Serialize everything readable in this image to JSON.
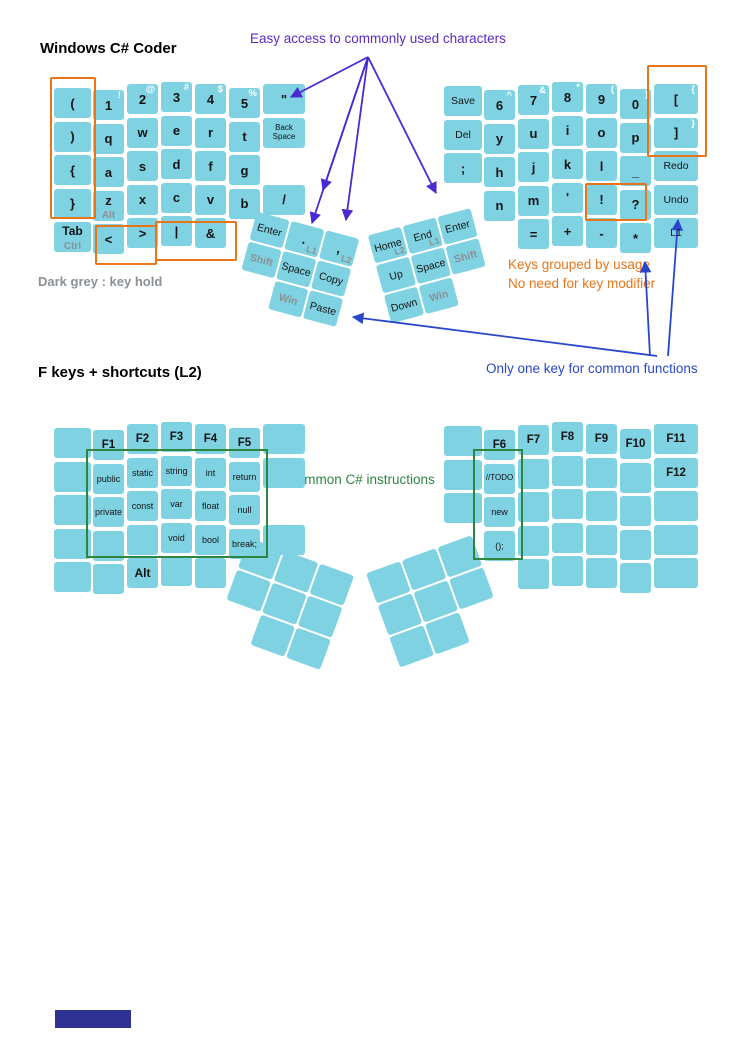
{
  "titles": {
    "layer1": "Windows C# Coder",
    "layer2": "F keys + shortcuts (L2)"
  },
  "annotations": {
    "easy_access": "Easy access to commonly used characters",
    "dark_grey_legend": "Dark grey : key hold",
    "grouped_by_usage": "Keys grouped by usage",
    "no_modifier": "No need for key modifier",
    "one_key": "Only one key for common functions",
    "csharp_instructions": "Common C# instructions"
  },
  "colors": {
    "key_fill": "#7fd2e2",
    "hold_grey": "#8a9094",
    "orange_accent": "#e8751a",
    "purple_accent": "#5a2bc4",
    "blue_accent": "#2847cc",
    "green_accent": "#2e8540",
    "footer_bar_blue": "#2e3192"
  },
  "boards": {
    "main_left": [
      {
        "c": 0,
        "r": 0,
        "l": "(",
        "t": "sym"
      },
      {
        "c": 0,
        "r": 1,
        "l": ")",
        "t": "sym"
      },
      {
        "c": 0,
        "r": 2,
        "l": "{",
        "t": "sym"
      },
      {
        "c": 0,
        "r": 3,
        "l": "}",
        "t": "sym"
      },
      {
        "c": 0,
        "r": 4,
        "l": "Tab",
        "t": "mod",
        "h": "Ctrl"
      },
      {
        "c": 1,
        "r": 0,
        "l": "1",
        "t": "sym",
        "s": "!"
      },
      {
        "c": 1,
        "r": 1,
        "l": "q",
        "t": "sym"
      },
      {
        "c": 1,
        "r": 2,
        "l": "a",
        "t": "sym"
      },
      {
        "c": 1,
        "r": 3,
        "l": "z",
        "t": "sym",
        "h": "Alt"
      },
      {
        "c": 1,
        "r": 4,
        "l": "<",
        "t": "sym"
      },
      {
        "c": 2,
        "r": 0,
        "l": "2",
        "t": "sym",
        "s": "@"
      },
      {
        "c": 2,
        "r": 1,
        "l": "w",
        "t": "sym"
      },
      {
        "c": 2,
        "r": 2,
        "l": "s",
        "t": "sym"
      },
      {
        "c": 2,
        "r": 3,
        "l": "x",
        "t": "sym"
      },
      {
        "c": 2,
        "r": 4,
        "l": ">",
        "t": "sym"
      },
      {
        "c": 3,
        "r": 0,
        "l": "3",
        "t": "sym",
        "s": "#"
      },
      {
        "c": 3,
        "r": 1,
        "l": "e",
        "t": "sym"
      },
      {
        "c": 3,
        "r": 2,
        "l": "d",
        "t": "sym"
      },
      {
        "c": 3,
        "r": 3,
        "l": "c",
        "t": "sym"
      },
      {
        "c": 3,
        "r": 4,
        "l": "|",
        "t": "sym"
      },
      {
        "c": 4,
        "r": 0,
        "l": "4",
        "t": "sym",
        "s": "$"
      },
      {
        "c": 4,
        "r": 1,
        "l": "r",
        "t": "sym"
      },
      {
        "c": 4,
        "r": 2,
        "l": "f",
        "t": "sym"
      },
      {
        "c": 4,
        "r": 3,
        "l": "v",
        "t": "sym"
      },
      {
        "c": 4,
        "r": 4,
        "l": "&",
        "t": "sym"
      },
      {
        "c": 5,
        "r": 0,
        "l": "5",
        "t": "sym",
        "s": "%"
      },
      {
        "c": 5,
        "r": 1,
        "l": "t",
        "t": "sym"
      },
      {
        "c": 5,
        "r": 2,
        "l": "g",
        "t": "sym"
      },
      {
        "c": 5,
        "r": 3,
        "l": "b",
        "t": "sym"
      },
      {
        "c": 6,
        "r": 0,
        "l": "\"",
        "t": "sym"
      },
      {
        "c": 6,
        "r": 1,
        "l": "Back Space",
        "t": "sm"
      },
      {
        "c": 6,
        "r": 3,
        "l": "/",
        "t": "sym"
      }
    ],
    "main_right": [
      {
        "c": 0,
        "r": 0,
        "l": "Save",
        "t": "txt"
      },
      {
        "c": 0,
        "r": 1,
        "l": "Del",
        "t": "txt"
      },
      {
        "c": 0,
        "r": 2,
        "l": ";",
        "t": "sym"
      },
      {
        "c": 1,
        "r": 0,
        "l": "6",
        "t": "sym",
        "s": "^"
      },
      {
        "c": 1,
        "r": 1,
        "l": "y",
        "t": "sym"
      },
      {
        "c": 1,
        "r": 2,
        "l": "h",
        "t": "sym"
      },
      {
        "c": 1,
        "r": 3,
        "l": "n",
        "t": "sym"
      },
      {
        "c": 2,
        "r": 0,
        "l": "7",
        "t": "sym",
        "s": "&"
      },
      {
        "c": 2,
        "r": 1,
        "l": "u",
        "t": "sym"
      },
      {
        "c": 2,
        "r": 2,
        "l": "j",
        "t": "sym"
      },
      {
        "c": 2,
        "r": 3,
        "l": "m",
        "t": "sym"
      },
      {
        "c": 2,
        "r": 4,
        "l": "=",
        "t": "sym"
      },
      {
        "c": 3,
        "r": 0,
        "l": "8",
        "t": "sym",
        "s": "*"
      },
      {
        "c": 3,
        "r": 1,
        "l": "i",
        "t": "sym"
      },
      {
        "c": 3,
        "r": 2,
        "l": "k",
        "t": "sym"
      },
      {
        "c": 3,
        "r": 3,
        "l": "'",
        "t": "sym"
      },
      {
        "c": 3,
        "r": 4,
        "l": "+",
        "t": "sym"
      },
      {
        "c": 4,
        "r": 0,
        "l": "9",
        "t": "sym",
        "s": "("
      },
      {
        "c": 4,
        "r": 1,
        "l": "o",
        "t": "sym"
      },
      {
        "c": 4,
        "r": 2,
        "l": "l",
        "t": "sym"
      },
      {
        "c": 4,
        "r": 3,
        "l": "!",
        "t": "sym"
      },
      {
        "c": 4,
        "r": 4,
        "l": "-",
        "t": "sym"
      },
      {
        "c": 5,
        "r": 0,
        "l": "0",
        "t": "sym",
        "s": ")"
      },
      {
        "c": 5,
        "r": 1,
        "l": "p",
        "t": "sym"
      },
      {
        "c": 5,
        "r": 2,
        "l": "_",
        "t": "sym"
      },
      {
        "c": 5,
        "r": 3,
        "l": "?",
        "t": "sym"
      },
      {
        "c": 5,
        "r": 4,
        "l": "*",
        "t": "sym"
      },
      {
        "c": 6,
        "r": 0,
        "l": "[",
        "t": "sym",
        "s": "{"
      },
      {
        "c": 6,
        "r": 1,
        "l": "]",
        "t": "sym",
        "s": "}"
      },
      {
        "c": 6,
        "r": 2,
        "l": "Redo",
        "t": "txt"
      },
      {
        "c": 6,
        "r": 3,
        "l": "Undo",
        "t": "txt"
      },
      {
        "c": 6,
        "r": 4,
        "l": "L1",
        "t": "txt"
      }
    ],
    "thumb_main_left": [
      {
        "c": 0,
        "r": 0,
        "l": "Enter",
        "t": "txt"
      },
      {
        "c": 1,
        "r": 0,
        "l": ".",
        "t": "sym",
        "s2": "L1"
      },
      {
        "c": 2,
        "r": 0,
        "l": ",",
        "t": "sym",
        "s2": "L2"
      },
      {
        "c": 0,
        "r": 1,
        "l": "Shift",
        "t": "txt",
        "g": true
      },
      {
        "c": 1,
        "r": 1,
        "l": "Space",
        "t": "txt"
      },
      {
        "c": 2,
        "r": 1,
        "l": "Copy",
        "t": "txt"
      },
      {
        "c": 1,
        "r": 2,
        "l": "Win",
        "t": "txt",
        "g": true
      },
      {
        "c": 2,
        "r": 2,
        "l": "Paste",
        "t": "txt"
      }
    ],
    "thumb_main_right": [
      {
        "c": 0,
        "r": 0,
        "l": "Home",
        "t": "txt",
        "s2": "L2"
      },
      {
        "c": 1,
        "r": 0,
        "l": "End",
        "t": "txt",
        "s2": "L1"
      },
      {
        "c": 2,
        "r": 0,
        "l": "Enter",
        "t": "txt"
      },
      {
        "c": 0,
        "r": 1,
        "l": "Up",
        "t": "txt"
      },
      {
        "c": 1,
        "r": 1,
        "l": "Space",
        "t": "txt"
      },
      {
        "c": 2,
        "r": 1,
        "l": "Shift",
        "t": "txt",
        "g": true
      },
      {
        "c": 0,
        "r": 2,
        "l": "Down",
        "t": "txt"
      },
      {
        "c": 1,
        "r": 2,
        "l": "Win",
        "t": "txt",
        "g": true
      }
    ],
    "fn_left": [
      {
        "c": 0,
        "r": 0
      },
      {
        "c": 0,
        "r": 1
      },
      {
        "c": 0,
        "r": 2
      },
      {
        "c": 0,
        "r": 3
      },
      {
        "c": 0,
        "r": 4
      },
      {
        "c": 1,
        "r": 0,
        "l": "F1",
        "t": "fn"
      },
      {
        "c": 1,
        "r": 1,
        "l": "public",
        "t": "word"
      },
      {
        "c": 1,
        "r": 2,
        "l": "private",
        "t": "word"
      },
      {
        "c": 1,
        "r": 3
      },
      {
        "c": 1,
        "r": 4
      },
      {
        "c": 2,
        "r": 0,
        "l": "F2",
        "t": "fn"
      },
      {
        "c": 2,
        "r": 1,
        "l": "static",
        "t": "word"
      },
      {
        "c": 2,
        "r": 2,
        "l": "const",
        "t": "word"
      },
      {
        "c": 2,
        "r": 3
      },
      {
        "c": 2,
        "r": 4,
        "l": "Alt",
        "t": "mod"
      },
      {
        "c": 3,
        "r": 0,
        "l": "F3",
        "t": "fn"
      },
      {
        "c": 3,
        "r": 1,
        "l": "string",
        "t": "word"
      },
      {
        "c": 3,
        "r": 2,
        "l": "var",
        "t": "word"
      },
      {
        "c": 3,
        "r": 3,
        "l": "void",
        "t": "word"
      },
      {
        "c": 3,
        "r": 4
      },
      {
        "c": 4,
        "r": 0,
        "l": "F4",
        "t": "fn"
      },
      {
        "c": 4,
        "r": 1,
        "l": "int",
        "t": "word"
      },
      {
        "c": 4,
        "r": 2,
        "l": "float",
        "t": "word"
      },
      {
        "c": 4,
        "r": 3,
        "l": "bool",
        "t": "word"
      },
      {
        "c": 4,
        "r": 4
      },
      {
        "c": 5,
        "r": 0,
        "l": "F5",
        "t": "fn"
      },
      {
        "c": 5,
        "r": 1,
        "l": "return",
        "t": "word"
      },
      {
        "c": 5,
        "r": 2,
        "l": "null",
        "t": "word"
      },
      {
        "c": 5,
        "r": 3,
        "l": "break;",
        "t": "word"
      },
      {
        "c": 6,
        "r": 0
      },
      {
        "c": 6,
        "r": 1
      },
      {
        "c": 6,
        "r": 3
      }
    ],
    "fn_right": [
      {
        "c": 0,
        "r": 0
      },
      {
        "c": 0,
        "r": 1
      },
      {
        "c": 0,
        "r": 2
      },
      {
        "c": 1,
        "r": 0,
        "l": "F6",
        "t": "fn"
      },
      {
        "c": 1,
        "r": 1,
        "l": "//TODO",
        "t": "sm"
      },
      {
        "c": 1,
        "r": 2,
        "l": "new",
        "t": "word"
      },
      {
        "c": 1,
        "r": 3,
        "l": "();",
        "t": "word"
      },
      {
        "c": 2,
        "r": 0,
        "l": "F7",
        "t": "fn"
      },
      {
        "c": 2,
        "r": 1
      },
      {
        "c": 2,
        "r": 2
      },
      {
        "c": 2,
        "r": 3
      },
      {
        "c": 2,
        "r": 4
      },
      {
        "c": 3,
        "r": 0,
        "l": "F8",
        "t": "fn"
      },
      {
        "c": 3,
        "r": 1
      },
      {
        "c": 3,
        "r": 2
      },
      {
        "c": 3,
        "r": 3
      },
      {
        "c": 3,
        "r": 4
      },
      {
        "c": 4,
        "r": 0,
        "l": "F9",
        "t": "fn"
      },
      {
        "c": 4,
        "r": 1
      },
      {
        "c": 4,
        "r": 2
      },
      {
        "c": 4,
        "r": 3
      },
      {
        "c": 4,
        "r": 4
      },
      {
        "c": 5,
        "r": 0,
        "l": "F10",
        "t": "fn"
      },
      {
        "c": 5,
        "r": 1
      },
      {
        "c": 5,
        "r": 2
      },
      {
        "c": 5,
        "r": 3
      },
      {
        "c": 5,
        "r": 4
      },
      {
        "c": 6,
        "r": 0,
        "l": "F11",
        "t": "fn"
      },
      {
        "c": 6,
        "r": 1,
        "l": "F12",
        "t": "fn"
      },
      {
        "c": 6,
        "r": 2
      },
      {
        "c": 6,
        "r": 3
      },
      {
        "c": 6,
        "r": 4
      }
    ],
    "thumb_fn_left": [
      {
        "c": 0,
        "r": 0
      },
      {
        "c": 1,
        "r": 0
      },
      {
        "c": 2,
        "r": 0
      },
      {
        "c": 0,
        "r": 1
      },
      {
        "c": 1,
        "r": 1
      },
      {
        "c": 2,
        "r": 1
      },
      {
        "c": 1,
        "r": 2
      },
      {
        "c": 2,
        "r": 2
      }
    ],
    "thumb_fn_right": [
      {
        "c": 0,
        "r": 0
      },
      {
        "c": 1,
        "r": 0
      },
      {
        "c": 2,
        "r": 0
      },
      {
        "c": 0,
        "r": 1
      },
      {
        "c": 1,
        "r": 1
      },
      {
        "c": 2,
        "r": 1
      },
      {
        "c": 0,
        "r": 2
      },
      {
        "c": 1,
        "r": 2
      }
    ]
  }
}
